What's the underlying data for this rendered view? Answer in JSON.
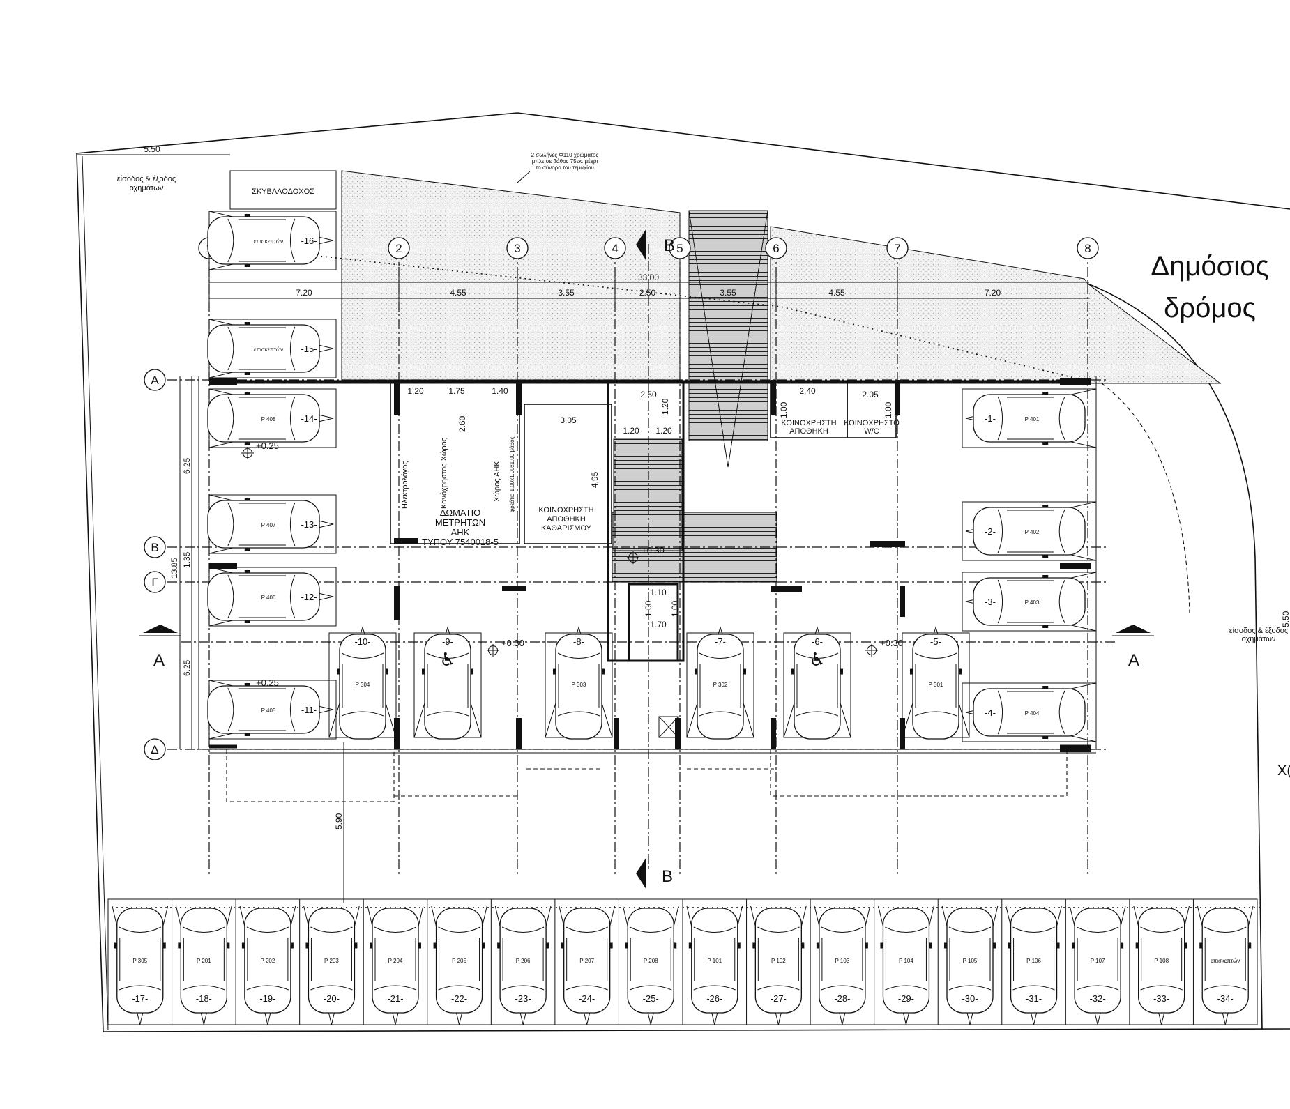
{
  "road_label": [
    "Δημόσιος",
    "δρόμος"
  ],
  "entrance_label": [
    "είσοδος & έξοδος",
    "οχημάτων"
  ],
  "entrance_label_right": [
    "είσοδος & έξοδος",
    "οχημάτων"
  ],
  "trash_room": "ΣΚΥΒΑΛΟΔΟΧΟΣ",
  "pipe_note": [
    "2 σωλήνες Φ110 χρώματος",
    "μπλε σε βάθος 75εκ. μέχρι",
    "το σύνορο του τεμαχίου"
  ],
  "grid_numbers": [
    "1",
    "2",
    "3",
    "4",
    "5",
    "6",
    "7",
    "8"
  ],
  "grid_letters": [
    "Α",
    "Β",
    "Γ",
    "Δ"
  ],
  "section_marks": {
    "a": "A",
    "b": "B"
  },
  "top_dims": {
    "total": "33.00",
    "spans": [
      "7.20",
      "4.55",
      "3.55",
      "2.50",
      "3.55",
      "4.55",
      "7.20"
    ],
    "top_left": "5.50"
  },
  "side_dims": [
    "6.25",
    "13.85",
    "1.35",
    "6.25",
    "5.90",
    "5.50"
  ],
  "inner_dims": [
    "1.20",
    "1.75",
    "1.40",
    "2.60",
    "3.05",
    "4.95",
    "2.50",
    "1.20",
    "1.20",
    "1.20",
    "2.40",
    "2.05",
    "1.00",
    "1.00",
    "1.10",
    "1.70",
    "1.00",
    "1.00"
  ],
  "levels": [
    "+0.25",
    "+0.25",
    "+0.30",
    "+0.30",
    "+0.30"
  ],
  "rooms": {
    "meter": [
      "ΔΩΜΑΤΙΟ",
      "ΜΕΤΡΗΤΩΝ",
      "ΑΗΚ",
      "ΤΥΠΟΥ 7540018-5"
    ],
    "cleaning": [
      "ΚΟΙΝΟΧΡΗΣΤΗ",
      "ΑΠΟΘΗΚΗ",
      "ΚΑΘΑΡΙΣΜΟΥ"
    ],
    "storage": [
      "ΚΟΙΝΟΧΡΗΣΤΗ",
      "ΑΠΟΘΗΚΗ"
    ],
    "wc": [
      "ΚΟΙΝΟΧΡΗΣΤΟ",
      "W/C"
    ],
    "electrician": "Ηλεκτρολόγος",
    "cable": "Κανόχρηστος Χώρος",
    "ahk_space": "Χώρος ΑΗΚ",
    "ahk_note": "φρεάτιο 1.00x1.00x1.00 βάθος"
  },
  "left_cars": [
    {
      "num": "-16-",
      "label": "επισκεπτών"
    },
    {
      "num": "-15-",
      "label": "επισκεπτών"
    },
    {
      "num": "-14-",
      "label": "P 408"
    },
    {
      "num": "-13-",
      "label": "P 407"
    },
    {
      "num": "-12-",
      "label": "P 406"
    },
    {
      "num": "-11-",
      "label": "P 405"
    }
  ],
  "right_cars": [
    {
      "num": "-1-",
      "label": "P 401"
    },
    {
      "num": "-2-",
      "label": "P 402"
    },
    {
      "num": "-3-",
      "label": "P 403"
    },
    {
      "num": "-4-",
      "label": "P 404"
    }
  ],
  "middle_cars": [
    {
      "num": "-10-",
      "label": "P 304",
      "accessible": false
    },
    {
      "num": "-9-",
      "label": "",
      "accessible": true
    },
    {
      "num": "-8-",
      "label": "P 303",
      "accessible": false
    },
    {
      "num": "-7-",
      "label": "P 302",
      "accessible": false
    },
    {
      "num": "-6-",
      "label": "",
      "accessible": true
    },
    {
      "num": "-5-",
      "label": "P 301",
      "accessible": false
    }
  ],
  "bottom_cars": [
    {
      "num": "-17-",
      "label": "P 305"
    },
    {
      "num": "-18-",
      "label": "P 201"
    },
    {
      "num": "-19-",
      "label": "P 202"
    },
    {
      "num": "-20-",
      "label": "P 203"
    },
    {
      "num": "-21-",
      "label": "P 204"
    },
    {
      "num": "-22-",
      "label": "P 205"
    },
    {
      "num": "-23-",
      "label": "P 206"
    },
    {
      "num": "-24-",
      "label": "P 207"
    },
    {
      "num": "-25-",
      "label": "P 208"
    },
    {
      "num": "-26-",
      "label": "P 101"
    },
    {
      "num": "-27-",
      "label": "P 102"
    },
    {
      "num": "-28-",
      "label": "P 103"
    },
    {
      "num": "-29-",
      "label": "P 104"
    },
    {
      "num": "-30-",
      "label": "P 105"
    },
    {
      "num": "-31-",
      "label": "P 106"
    },
    {
      "num": "-32-",
      "label": "P 107"
    },
    {
      "num": "-33-",
      "label": "P 108"
    },
    {
      "num": "-34-",
      "label": "επισκεπτών"
    }
  ],
  "edge_fragment": "Χ("
}
